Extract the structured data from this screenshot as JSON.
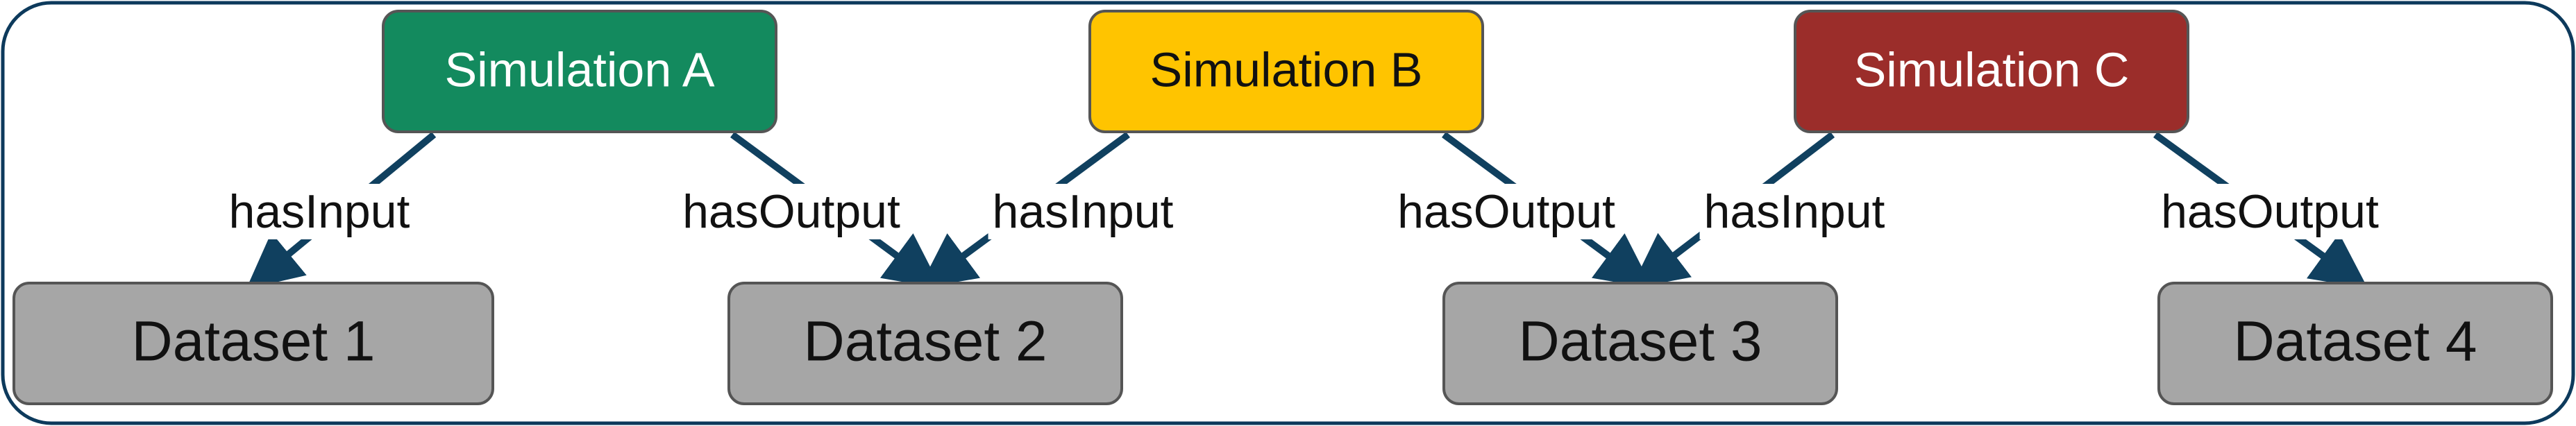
{
  "simulations": [
    {
      "id": "sim-a",
      "label": "Simulation A",
      "fill": "#138a5e",
      "text_color": "#ffffff"
    },
    {
      "id": "sim-b",
      "label": "Simulation B",
      "fill": "#ffc400",
      "text_color": "#111111"
    },
    {
      "id": "sim-c",
      "label": "Simulation C",
      "fill": "#9b2d2a",
      "text_color": "#ffffff"
    }
  ],
  "datasets": [
    {
      "id": "ds-1",
      "label": "Dataset 1",
      "fill": "#a6a6a6"
    },
    {
      "id": "ds-2",
      "label": "Dataset 2",
      "fill": "#a6a6a6"
    },
    {
      "id": "ds-3",
      "label": "Dataset 3",
      "fill": "#a6a6a6"
    },
    {
      "id": "ds-4",
      "label": "Dataset 4",
      "fill": "#a6a6a6"
    }
  ],
  "edges": [
    {
      "from": "sim-a",
      "to": "ds-1",
      "label": "hasInput"
    },
    {
      "from": "sim-a",
      "to": "ds-2",
      "label": "hasOutput"
    },
    {
      "from": "sim-b",
      "to": "ds-2",
      "label": "hasInput"
    },
    {
      "from": "sim-b",
      "to": "ds-3",
      "label": "hasOutput"
    },
    {
      "from": "sim-c",
      "to": "ds-3",
      "label": "hasInput"
    },
    {
      "from": "sim-c",
      "to": "ds-4",
      "label": "hasOutput"
    }
  ],
  "colors": {
    "frame_border": "#0d3a5c",
    "edge": "#10405f",
    "box_border": "#555555"
  }
}
